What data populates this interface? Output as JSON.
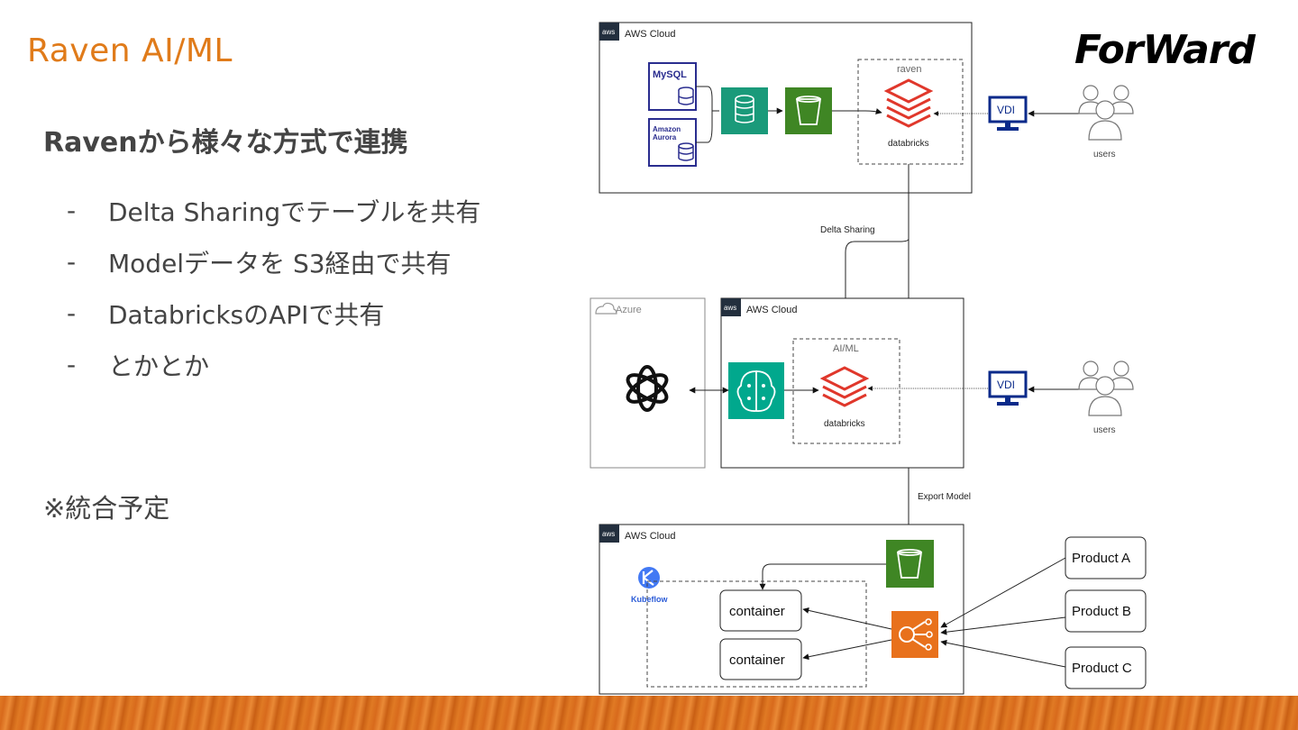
{
  "slide": {
    "brand": "Raven AI/ML",
    "heading": "Ravenから様々な方式で連携",
    "bullets": [
      "Delta Sharingでテーブルを共有",
      "Modelデータを S3経由で共有",
      "DatabricksのAPIで共有",
      "とかとか"
    ],
    "bullet_marker": "-",
    "note": "※統合予定",
    "logo_text": "ForWard"
  },
  "diagram": {
    "top_cloud": {
      "label": "AWS Cloud",
      "aws_badge": "aws",
      "mysql": "MySQL",
      "aurora_line1": "Amazon",
      "aurora_line2": "Aurora",
      "raven_box_label": "raven",
      "databricks": "databricks",
      "vdi": "VDI",
      "users": "users"
    },
    "delta_sharing_label": "Delta Sharing",
    "azure": {
      "label": "Azure"
    },
    "mid_cloud": {
      "label": "AWS Cloud",
      "aws_badge": "aws",
      "aiml_box_label": "AI/ML",
      "databricks": "databricks",
      "vdi": "VDI",
      "users": "users"
    },
    "export_model_label": "Export Model",
    "bottom_cloud": {
      "label": "AWS Cloud",
      "aws_badge": "aws",
      "kubeflow": "Kubeflow",
      "container_1": "container",
      "container_2": "container"
    },
    "products": [
      "Product A",
      "Product B",
      "Product C"
    ],
    "colors": {
      "s3_green": "#3f8624",
      "ml_teal": "#01a88d",
      "dms_teal": "#1a9a7a",
      "databricks_red": "#e0372b",
      "lb_orange": "#e8711c",
      "vdi_navy": "#0a2a8a",
      "db_navy": "#2a2d8f",
      "brand_orange": "#e07b1a"
    }
  }
}
